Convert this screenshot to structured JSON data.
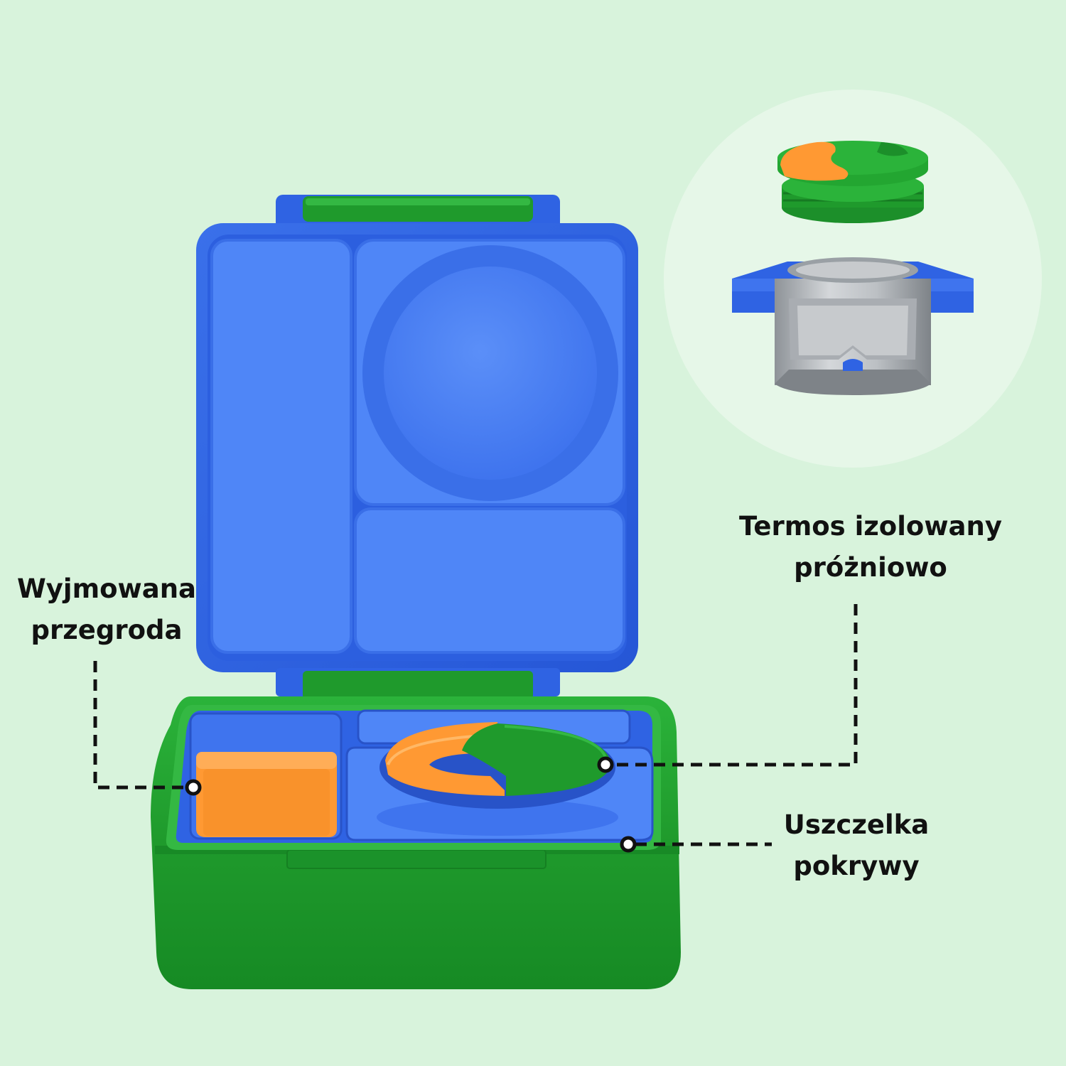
{
  "colors": {
    "background": "#d8f3dc",
    "inset_circle": "#e6f7e8",
    "lid_blue": "#2f63e3",
    "lid_blue_light": "#4f86f7",
    "box_green": "#1f9a2c",
    "accent_orange": "#ff9933",
    "steel": "#b7bbbf",
    "label_text": "#111111"
  },
  "callouts": {
    "partition": {
      "line1": "Wyjmowana",
      "line2": "przegroda"
    },
    "thermos": {
      "line1": "Termos izolowany",
      "line2": "próżniowo"
    },
    "seal": {
      "line1": "Uszczelka",
      "line2": "pokrywy"
    }
  }
}
